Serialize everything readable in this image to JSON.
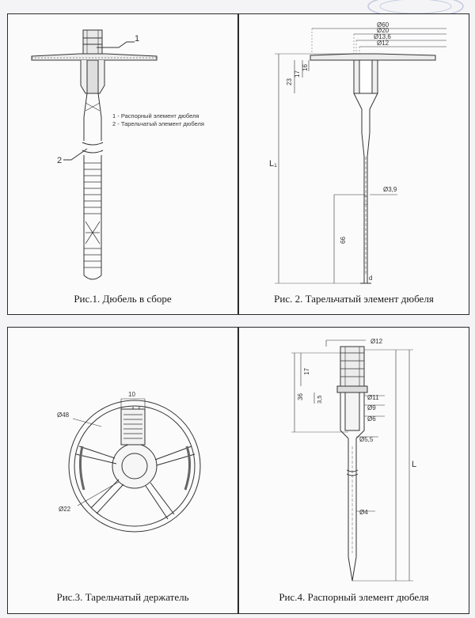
{
  "panels": {
    "fig1": {
      "caption": "Рис.1.   Дюбель в сборе",
      "callout_1": "1",
      "callout_2": "2",
      "legend_1": "1 - Распорный элемент дюбеля",
      "legend_2": "2 - Тарельчатый элемент дюбеля"
    },
    "fig2": {
      "caption": "Рис. 2.  Тарельчатый элемент дюбеля",
      "d60": "Ø60",
      "d20": "Ø20",
      "d136": "Ø13,6",
      "d12": "Ø12",
      "h16": "16",
      "h17": "17",
      "h23": "23",
      "L1": "L₁",
      "d39": "Ø3,9",
      "h66": "66",
      "d": "d"
    },
    "fig3": {
      "caption": "Рис.3.  Тарельчатый держатель",
      "w10": "10",
      "d48": "Ø48",
      "d22": "Ø22"
    },
    "fig4": {
      "caption": "Рис.4.  Распорный элемент дюбеля",
      "d12": "Ø12",
      "h17": "17",
      "h36": "36",
      "h35": "3,5",
      "d11": "Ø11",
      "d9": "Ø9",
      "d6": "Ø6",
      "d55": "Ø5,5",
      "d4": "Ø4",
      "L": "L"
    }
  }
}
